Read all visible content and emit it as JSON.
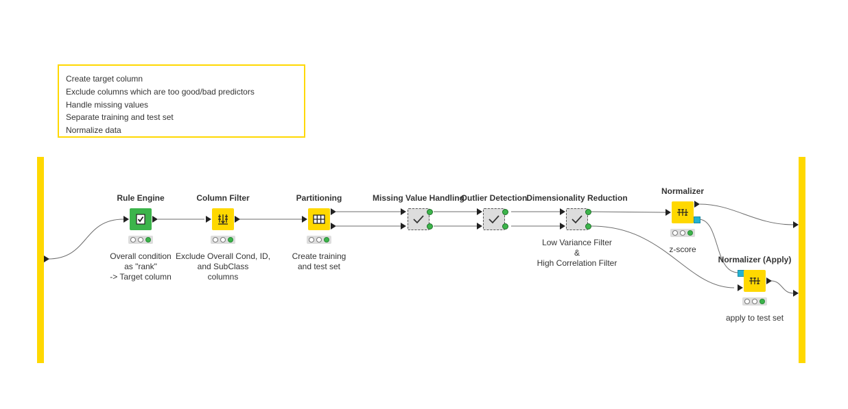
{
  "annotation": {
    "lines": [
      "Create target column",
      "Exclude columns which are too good/bad predictors",
      "Handle missing values",
      "Separate training and test set",
      "Normalize data"
    ]
  },
  "colors": {
    "accent_yellow": "#FFD800",
    "rule_green": "#3CB44B",
    "metanode_gray": "#DDDDDD",
    "model_port_blue": "#23B2D2",
    "wire": "#6b6b6b"
  },
  "nodes": {
    "rule_engine": {
      "title": "Rule Engine",
      "desc": "Overall condition\nas \"rank\"\n-> Target column",
      "icon": "rule-check-icon"
    },
    "column_filter": {
      "title": "Column Filter",
      "desc": "Exclude Overall Cond, ID,\nand SubClass\ncolumns",
      "icon": "column-filter-icon"
    },
    "partitioning": {
      "title": "Partitioning",
      "desc": "Create training\nand test set",
      "icon": "partition-icon"
    },
    "missing_value": {
      "title": "Missing Value Handling",
      "icon": "checkmark-icon"
    },
    "outlier": {
      "title": "Outlier Detection",
      "icon": "checkmark-icon"
    },
    "dim_reduction": {
      "title": "Dimensionality Reduction",
      "desc": "Low Variance Filter\n&\nHigh Correlation Filter",
      "icon": "checkmark-icon"
    },
    "normalizer": {
      "title": "Normalizer",
      "desc": "z-score",
      "icon": "normalizer-icon"
    },
    "normalizer_apply": {
      "title": "Normalizer (Apply)",
      "desc": "apply to test set",
      "icon": "normalizer-icon"
    }
  }
}
